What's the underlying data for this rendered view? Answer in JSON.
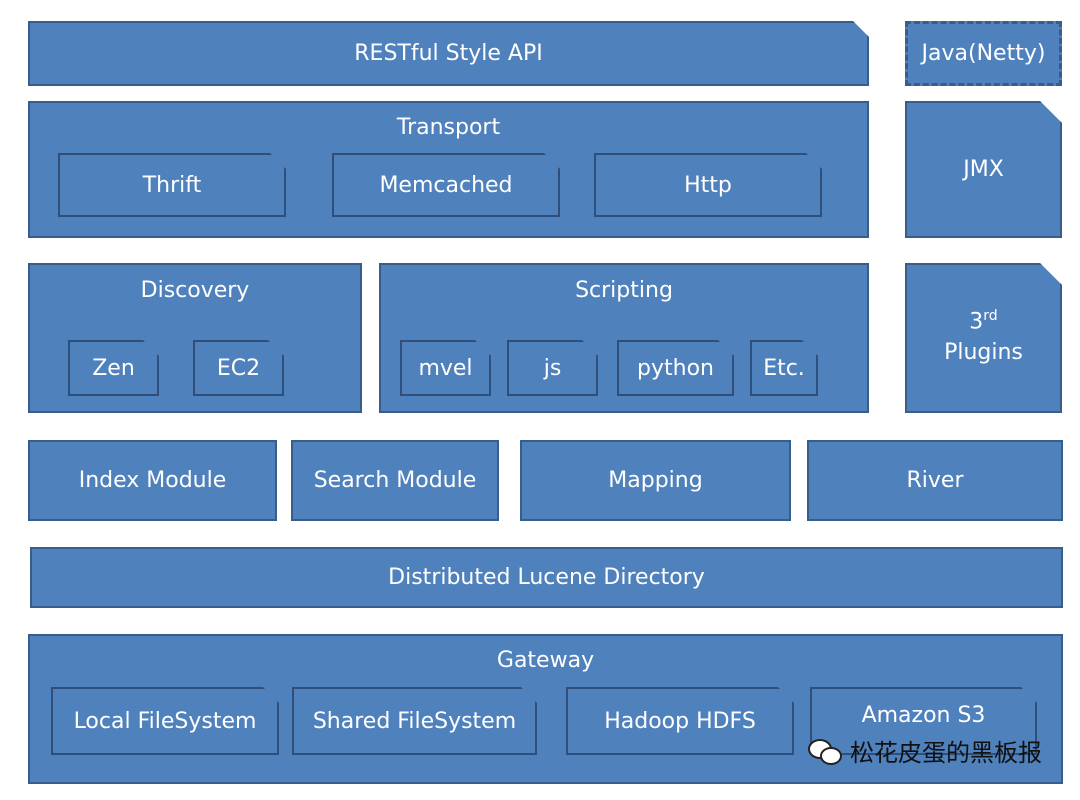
{
  "restful_api": "RESTful Style API",
  "java_netty": "Java(Netty)",
  "transport": {
    "title": "Transport",
    "items": [
      "Thrift",
      "Memcached",
      "Http"
    ]
  },
  "jmx": "JMX",
  "discovery": {
    "title": "Discovery",
    "items": [
      "Zen",
      "EC2"
    ]
  },
  "scripting": {
    "title": "Scripting",
    "items": [
      "mvel",
      "js",
      "python",
      "Etc."
    ]
  },
  "plugins": {
    "num": "3",
    "sup": "rd",
    "label": "Plugins"
  },
  "modules": [
    "Index Module",
    "Search Module",
    "Mapping",
    "River"
  ],
  "lucene": "Distributed Lucene Directory",
  "gateway": {
    "title": "Gateway",
    "items": [
      "Local FileSystem",
      "Shared FileSystem",
      "Hadoop HDFS",
      "Amazon S3"
    ]
  },
  "watermark": "松花皮蛋的黑板报",
  "colors": {
    "fill": "#4f81bd",
    "border": "#385d8a",
    "text": "#ffffff"
  }
}
